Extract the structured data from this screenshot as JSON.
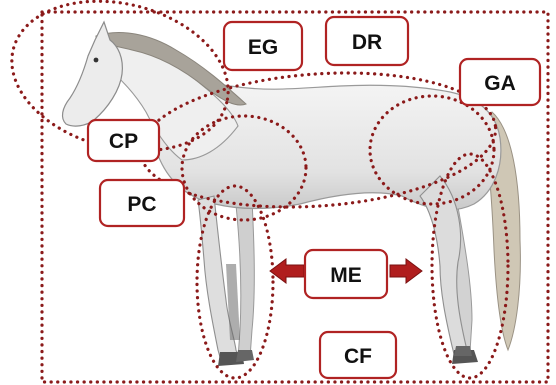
{
  "colors": {
    "dotted": "#8b1a1a",
    "label_border": "#b02323",
    "label_fill": "#ffffff",
    "label_text": "#111111",
    "arrow": "#b01e1e",
    "coat": "#eeeeee",
    "coat_shadow": "#c8c8c8",
    "mane": "#a8a39a",
    "hoof": "#555555"
  },
  "labels": {
    "cp": "CP",
    "eg": "EG",
    "dr": "DR",
    "ga": "GA",
    "pc": "PC",
    "me": "ME",
    "cf": "CF"
  },
  "arrows": {
    "me_left": "arrow-left-icon",
    "me_right": "arrow-right-icon"
  }
}
